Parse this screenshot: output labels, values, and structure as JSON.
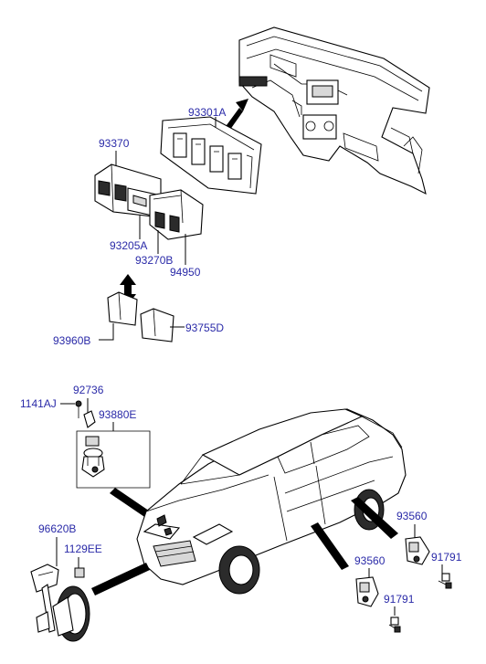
{
  "labels": {
    "p93301A": "93301A",
    "p93370": "93370",
    "p93205A": "93205A",
    "p93270B": "93270B",
    "p94950": "94950",
    "p93960B": "93960B",
    "p93755D": "93755D",
    "p92736": "92736",
    "p1141AJ": "1141AJ",
    "p93880E": "93880E",
    "p96620B": "96620B",
    "p1129EE": "1129EE",
    "p93560_right": "93560",
    "p91791_right": "91791",
    "p93560_center": "93560",
    "p91791_center": "91791"
  },
  "colors": {
    "label": "#2a2aa8",
    "line": "#000000"
  }
}
